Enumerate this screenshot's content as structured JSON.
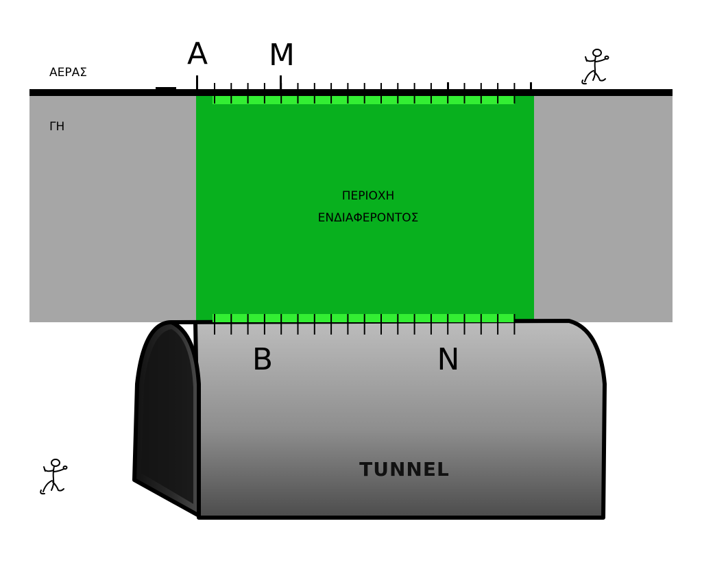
{
  "labels": {
    "air": "ΑΕΡΑΣ",
    "ground": "ΓΗ",
    "point_a": "A",
    "point_m": "M",
    "point_b": "B",
    "point_n": "N",
    "region_line1": "ΠΕΡΙΟΧΗ",
    "region_line2": "ΕΝΔΙΑΦΕΡΟΝΤΟΣ",
    "tunnel": "TUNNEL"
  },
  "figures": [
    "stick-figure-icon",
    "stick-figure-icon"
  ],
  "colors": {
    "ground": "#a6a6a6",
    "region": "#08b01e",
    "electrode_strip": "#33ee33",
    "surface_line": "#000000",
    "tunnel_light": "#b9b9b9",
    "tunnel_dark": "#505050"
  }
}
